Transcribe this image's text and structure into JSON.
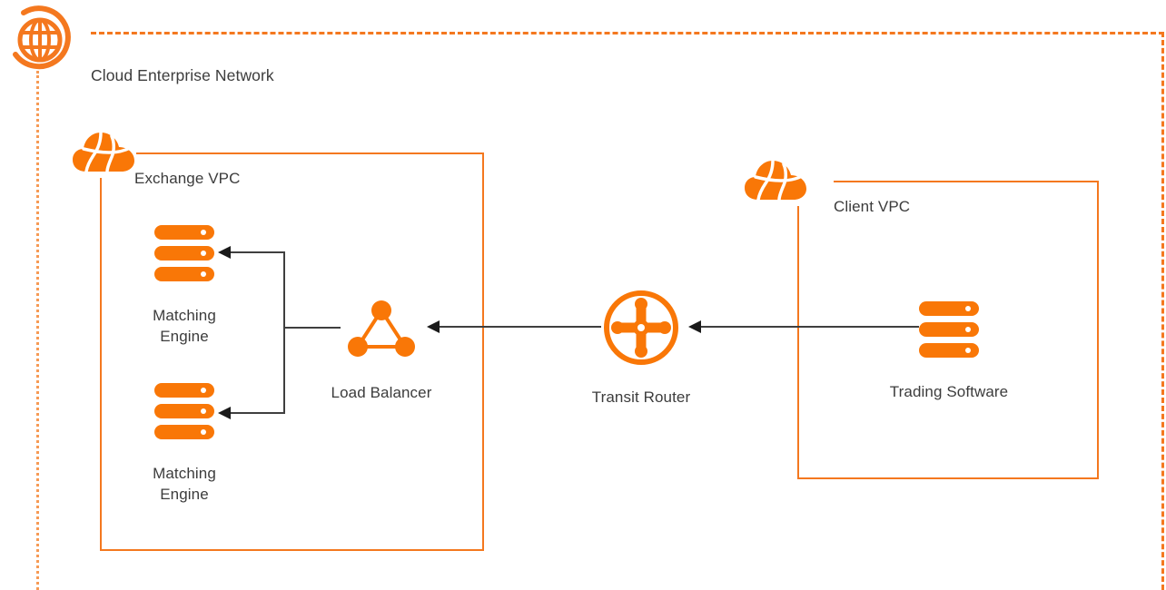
{
  "diagram": {
    "title": "Cloud Enterprise Network",
    "background_color": "#ffffff",
    "accent_color": "#f4781f",
    "line_color": "#3f3f3f",
    "text_color": "#3c3c3c",
    "globe_icon": "globe-icon",
    "boundary_style": "dashed"
  },
  "zones": [
    {
      "id": "exchange-vpc",
      "label": "Exchange VPC",
      "icon": "cloud-icon",
      "border_color": "#f4781f"
    },
    {
      "id": "client-vpc",
      "label": "Client VPC",
      "icon": "cloud-icon",
      "border_color": "#f4781f"
    }
  ],
  "nodes": [
    {
      "id": "matching-engine-1",
      "label": "Matching\nEngine",
      "label_line1": "Matching",
      "label_line2": "Engine",
      "icon": "server-icon",
      "zone": "exchange-vpc"
    },
    {
      "id": "matching-engine-2",
      "label": "Matching\nEngine",
      "label_line1": "Matching",
      "label_line2": "Engine",
      "icon": "server-icon",
      "zone": "exchange-vpc"
    },
    {
      "id": "load-balancer",
      "label": "Load Balancer",
      "icon": "load-balancer-icon",
      "zone": "exchange-vpc"
    },
    {
      "id": "transit-router",
      "label": "Transit Router",
      "icon": "transit-router-icon",
      "zone": "cloud-enterprise-network"
    },
    {
      "id": "trading-software",
      "label": "Trading Software",
      "icon": "server-icon",
      "zone": "client-vpc"
    }
  ],
  "connections": [
    {
      "id": "conn-trading-to-router",
      "from": "trading-software",
      "to": "transit-router",
      "direction": "left",
      "style": "solid"
    },
    {
      "id": "conn-router-to-lb",
      "from": "transit-router",
      "to": "load-balancer",
      "direction": "left",
      "style": "solid"
    },
    {
      "id": "conn-lb-to-me1",
      "from": "load-balancer",
      "to": "matching-engine-1",
      "direction": "left",
      "style": "solid"
    },
    {
      "id": "conn-lb-to-me2",
      "from": "load-balancer",
      "to": "matching-engine-2",
      "direction": "left",
      "style": "solid"
    }
  ]
}
